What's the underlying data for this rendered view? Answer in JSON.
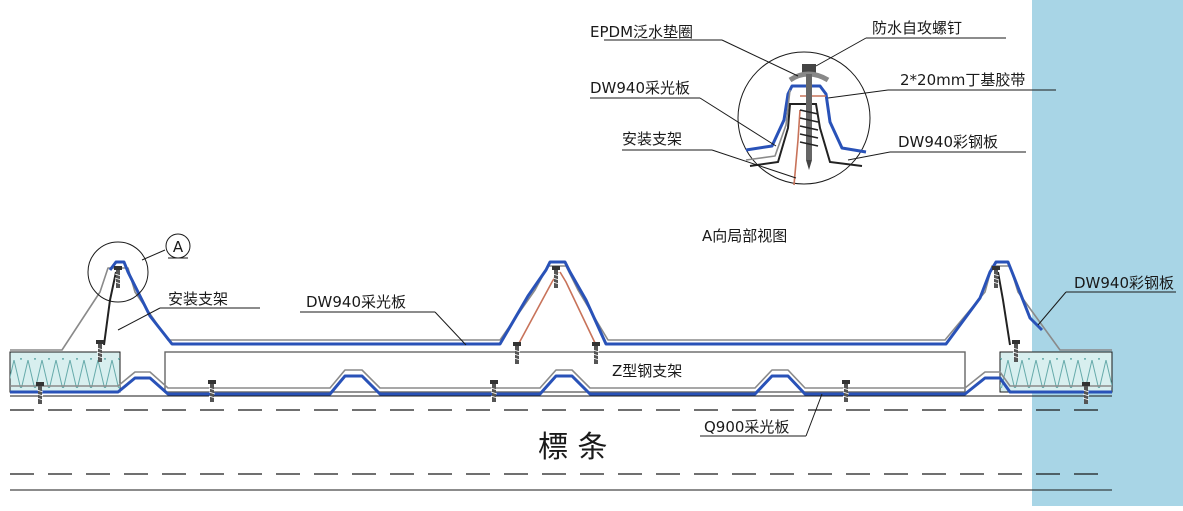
{
  "colors": {
    "panel_blue": "#2952b8",
    "bracket_copper": "#c8735a",
    "side_band": "#a8d5e6",
    "insulation": "#d8efef",
    "line": "#1a1a1a"
  },
  "detail": {
    "marker": "A",
    "title": "A向局部视图",
    "labels": {
      "epdm": "EPDM泛水垫圈",
      "screw": "防水自攻螺钉",
      "panel_top": "DW940采光板",
      "tape": "2*20mm丁基胶带",
      "bracket": "安装支架",
      "steel_panel": "DW940彩钢板"
    }
  },
  "main": {
    "bracket_left": "安装支架",
    "panel_top": "DW940采光板",
    "steel_panel_right": "DW940彩钢板",
    "z_bracket": "Z型钢支架",
    "bottom_panel": "Q900采光板",
    "purlin": "標 条"
  }
}
